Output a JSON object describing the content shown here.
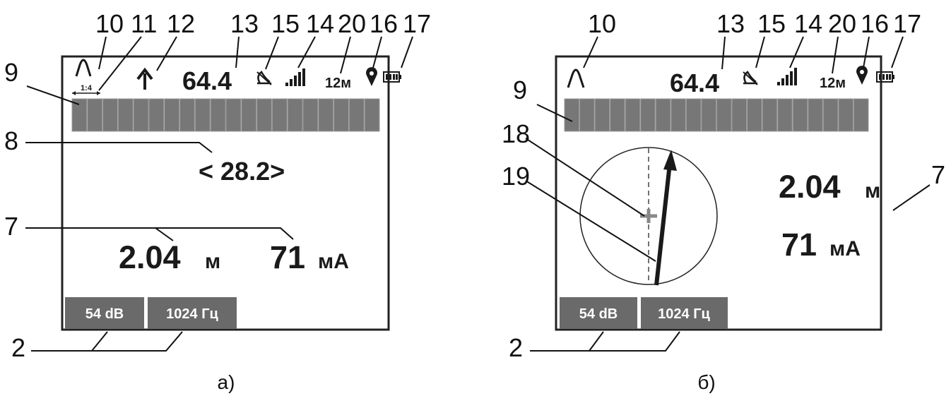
{
  "callouts": {
    "n2": "2",
    "n7": "7",
    "n8": "8",
    "n9": "9",
    "n10": "10",
    "n11": "11",
    "n12": "12",
    "n13": "13",
    "n14": "14",
    "n15": "15",
    "n16": "16",
    "n17": "17",
    "n18": "18",
    "n19": "19",
    "n20": "20"
  },
  "screen": {
    "top_value": "64.4",
    "range": "12м",
    "scale": "1:4",
    "marker_value": "< 28.2>",
    "depth_value": "2.04",
    "depth_unit": "м",
    "current_value": "71",
    "current_unit": "мА",
    "gain_label": "54 dB",
    "freq_label": "1024 Гц",
    "level_segments": 20
  },
  "captions": {
    "a": "а)",
    "b": "б)"
  },
  "icons": [
    "peak-mode-icon",
    "up-arrow-icon",
    "no-satellite-icon",
    "signal-bars-icon",
    "location-pin-icon",
    "battery-icon"
  ]
}
